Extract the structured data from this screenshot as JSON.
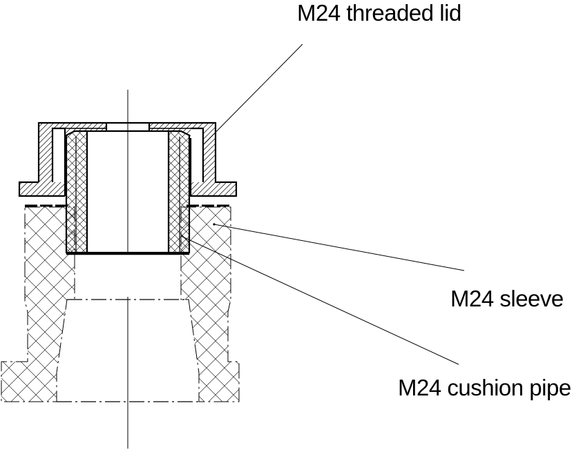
{
  "labels": {
    "lid": "M24 threaded lid",
    "sleeve": "M24 sleeve",
    "cushion_pipe": "M24 cushion pipe"
  },
  "colors": {
    "line": "#000000",
    "background": "#ffffff"
  }
}
